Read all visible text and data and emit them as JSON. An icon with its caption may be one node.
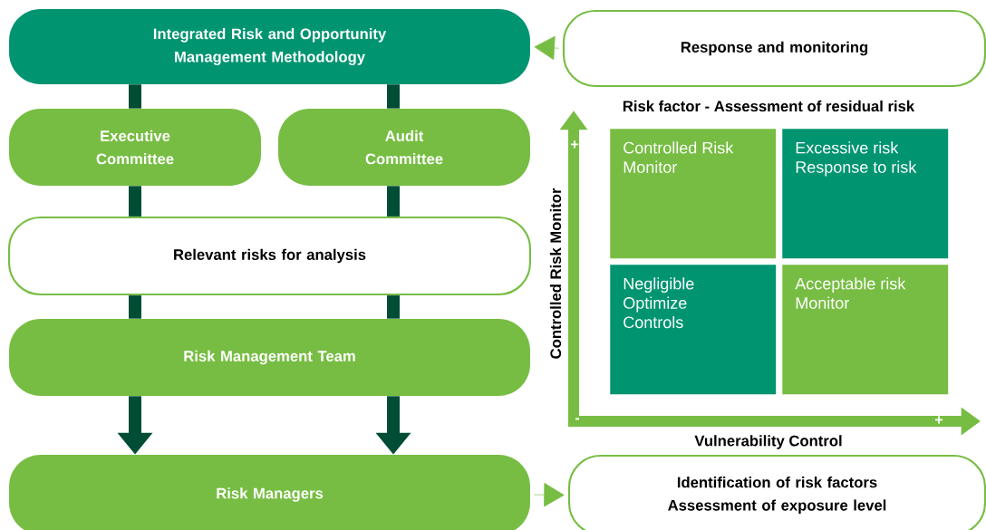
{
  "diagram": {
    "nodes": [
      {
        "text": [
          "Integrated Risk and Opportunity Management Methodology"
        ]
      },
      {
        "text": [
          "Response and monitoring"
        ]
      },
      {
        "text": [
          "Executive Committee"
        ]
      },
      {
        "text": [
          "Audit Committee"
        ]
      },
      {
        "text": [
          "Relevant risks for analysis"
        ]
      },
      {
        "text": [
          "Risk Management Team"
        ]
      },
      {
        "text": [
          "Risk Managers"
        ]
      },
      {
        "text": [
          "Identification of risk factors",
          "Assessment of exposure level"
        ]
      },
      {
        "text": [
          "Controlled Risk",
          "Monitor"
        ]
      },
      {
        "text": [
          "Excessive risk",
          "Response to risk"
        ]
      },
      {
        "text": [
          "Negligible",
          "Optimize Controls"
        ]
      },
      {
        "text": [
          "Acceptable risk",
          "Monitor"
        ]
      }
    ],
    "edges": [
      {
        "from": 1,
        "to": 0,
        "arrow": "to",
        "color": "#77bd43"
      },
      {
        "from": 0,
        "to": 2,
        "arrow": "none"
      },
      {
        "from": 0,
        "to": 3,
        "arrow": "none"
      },
      {
        "from": 2,
        "to": 4,
        "arrow": "none"
      },
      {
        "from": 3,
        "to": 4,
        "arrow": "none"
      },
      {
        "from": 4,
        "to": 5,
        "arrow": "none"
      },
      {
        "from": 4,
        "to": 5,
        "arrow": "none"
      },
      {
        "from": 5,
        "to": 6,
        "arrow": "to"
      },
      {
        "from": 5,
        "to": 6,
        "arrow": "to"
      },
      {
        "from": 6,
        "to": 7,
        "arrow": "to",
        "color": "#77bd43"
      }
    ],
    "labels": [
      "Risk factor - Assessment of residual risk",
      "+",
      "Controlled Risk Monitor",
      "-",
      "+",
      "Vulnerability Control"
    ]
  }
}
